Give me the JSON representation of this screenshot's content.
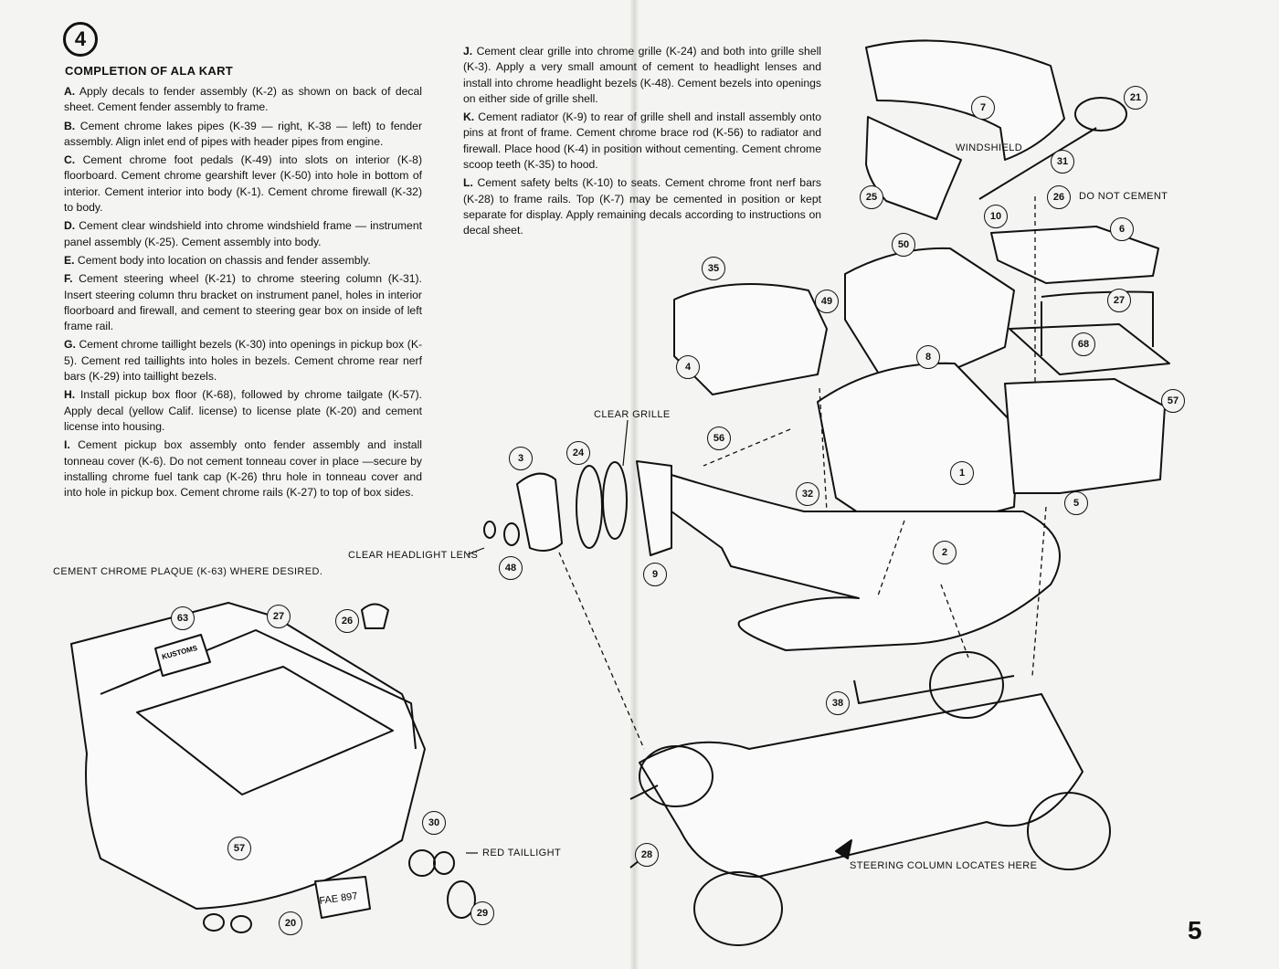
{
  "step_number": "4",
  "heading": "COMPLETION OF ALA KART",
  "left_instructions": [
    {
      "letter": "A.",
      "text": "Apply decals to fender assembly (K-2) as shown on back of decal sheet. Cement fender assembly to frame."
    },
    {
      "letter": "B.",
      "text": "Cement chrome lakes pipes (K-39 — right, K-38 — left) to fender assembly. Align inlet end of pipes with header pipes from engine."
    },
    {
      "letter": "C.",
      "text": "Cement chrome foot pedals (K-49) into slots on interior (K-8) floorboard. Cement chrome gearshift lever (K-50) into hole in bottom of interior. Cement interior into body (K-1). Cement chrome firewall (K-32) to body."
    },
    {
      "letter": "D.",
      "text": "Cement clear windshield into chrome windshield frame — instrument panel assembly (K-25). Cement assembly into body."
    },
    {
      "letter": "E.",
      "text": "Cement body into location on chassis and fender assembly."
    },
    {
      "letter": "F.",
      "text": "Cement steering wheel (K-21) to chrome steering column (K-31). Insert steering column thru bracket on instrument panel, holes in interior floorboard and firewall, and cement to steering gear box on inside of left frame rail."
    },
    {
      "letter": "G.",
      "text": "Cement chrome taillight bezels (K-30) into openings in pickup box (K-5). Cement red taillights into holes in bezels. Cement chrome rear nerf bars (K-29) into taillight bezels."
    },
    {
      "letter": "H.",
      "text": "Install pickup box floor (K-68), followed by chrome tailgate (K-57). Apply decal (yellow Calif. license) to license plate (K-20) and cement license into housing."
    },
    {
      "letter": "I.",
      "text": "Cement pickup box assembly onto fender assembly and install tonneau cover (K-6). Do not cement tonneau cover in place —secure by installing chrome fuel tank cap (K-26) thru hole in tonneau cover and into hole in pickup box. Cement chrome rails (K-27) to top of box sides."
    }
  ],
  "right_instructions": [
    {
      "letter": "J.",
      "text": "Cement clear grille into chrome grille (K-24) and both into grille shell (K-3). Apply a very small amount of cement to headlight lenses and install into chrome headlight bezels (K-48). Cement bezels into openings on either side of grille shell."
    },
    {
      "letter": "K.",
      "text": "Cement radiator (K-9) to rear of grille shell and install assembly onto pins at front of frame. Cement chrome brace rod (K-56) to radiator and firewall. Place hood (K-4) in position without cementing. Cement chrome scoop teeth (K-35) to hood."
    },
    {
      "letter": "L.",
      "text": "Cement safety belts (K-10) to seats. Cement chrome front nerf bars (K-28) to frame rails. Top (K-7) may be cemented in position or kept separate for display. Apply remaining decals according to instructions on decal sheet."
    }
  ],
  "labels": {
    "windshield": "WINDSHIELD",
    "do_not_cement": "DO NOT CEMENT",
    "clear_grille": "CLEAR GRILLE",
    "clear_headlight_lens": "CLEAR HEADLIGHT LENS",
    "cement_plaque": "CEMENT  CHROME  PLAQUE  (K-63) WHERE DESIRED.",
    "red_taillight": "RED TAILLIGHT",
    "steering_column": "STEERING COLUMN LOCATES HERE"
  },
  "plaque_text": "KUSTOMS",
  "license_plate_text": "FAE 897",
  "callouts": [
    "7",
    "21",
    "31",
    "26",
    "25",
    "10",
    "6",
    "50",
    "35",
    "49",
    "27",
    "8",
    "68",
    "4",
    "57",
    "56",
    "1",
    "3",
    "24",
    "32",
    "5",
    "48",
    "9",
    "2",
    "63",
    "38",
    "30",
    "20",
    "29",
    "28"
  ],
  "page_number": "5"
}
